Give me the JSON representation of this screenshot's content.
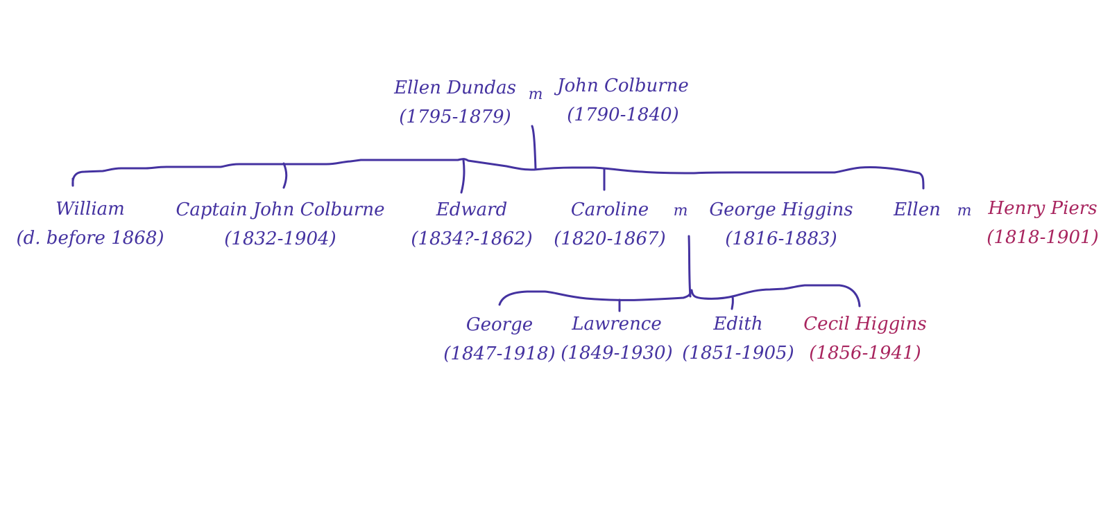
{
  "colors": {
    "ink": "#4432a0",
    "highlight": "#a8245e"
  },
  "marriage_label": "m",
  "people": {
    "ellen_dundas": {
      "name": "Ellen Dundas",
      "dates": "(1795-1879)"
    },
    "john_colburne": {
      "name": "John Colburne",
      "dates": "(1790-1840)"
    },
    "william": {
      "name": "William",
      "dates": "(d. before 1868)"
    },
    "captain_john_colburne": {
      "name": "Captain John Colburne",
      "dates": "(1832-1904)"
    },
    "edward": {
      "name": "Edward",
      "dates": "(1834?-1862)"
    },
    "caroline": {
      "name": "Caroline",
      "dates": "(1820-1867)"
    },
    "george_higgins": {
      "name": "George Higgins",
      "dates": "(1816-1883)"
    },
    "ellen": {
      "name": "Ellen",
      "dates": ""
    },
    "henry_piers": {
      "name": "Henry Piers",
      "dates": "(1818-1901)"
    },
    "george": {
      "name": "George",
      "dates": "(1847-1918)"
    },
    "lawrence": {
      "name": "Lawrence",
      "dates": "(1849-1930)"
    },
    "edith": {
      "name": "Edith",
      "dates": "(1851-1905)"
    },
    "cecil_higgins": {
      "name": "Cecil Higgins",
      "dates": "(1856-1941)"
    }
  }
}
